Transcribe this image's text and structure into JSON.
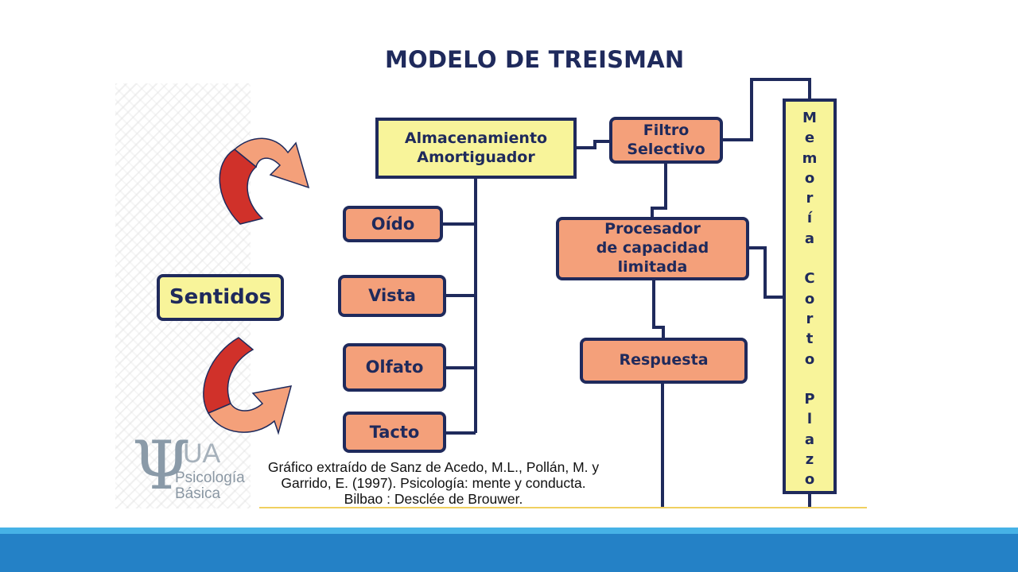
{
  "title": "MODELO DE TREISMAN",
  "nodes": {
    "almacenamiento": [
      "Almacenamiento",
      "Amortiguador"
    ],
    "filtro": [
      "Filtro",
      "Selectivo"
    ],
    "procesador": [
      "Procesador",
      "de capacidad limitada"
    ],
    "respuesta": "Respuesta",
    "oido": "Oído",
    "vista": "Vista",
    "olfato": "Olfato",
    "tacto": "Tacto",
    "sentidos": "Sentidos",
    "memoria_letters": [
      "M",
      "e",
      "m",
      "o",
      "r",
      "í",
      "a",
      "",
      "C",
      "o",
      "r",
      "t",
      "o",
      "",
      "P",
      "l",
      "a",
      "z",
      "o"
    ]
  },
  "credit": {
    "line1": "Gráfico extraído de Sanz de Acedo, M.L., Pollán, M. y",
    "line2": "Garrido, E. (1997). Psicología: mente y conducta.",
    "line3": "Bilbao : Desclée de Brouwer."
  },
  "logo": {
    "symbol": "Ψ",
    "ua": "UA",
    "line1": "Psicología",
    "line2": "Básica"
  },
  "colors": {
    "navy": "#1f2a5c",
    "yellow_fill": "#f8f49a",
    "salmon_fill": "#f4a07a",
    "arrow_red": "#d0312a",
    "footer_blue": "#2481c6",
    "footer_light": "#46b2e6"
  }
}
